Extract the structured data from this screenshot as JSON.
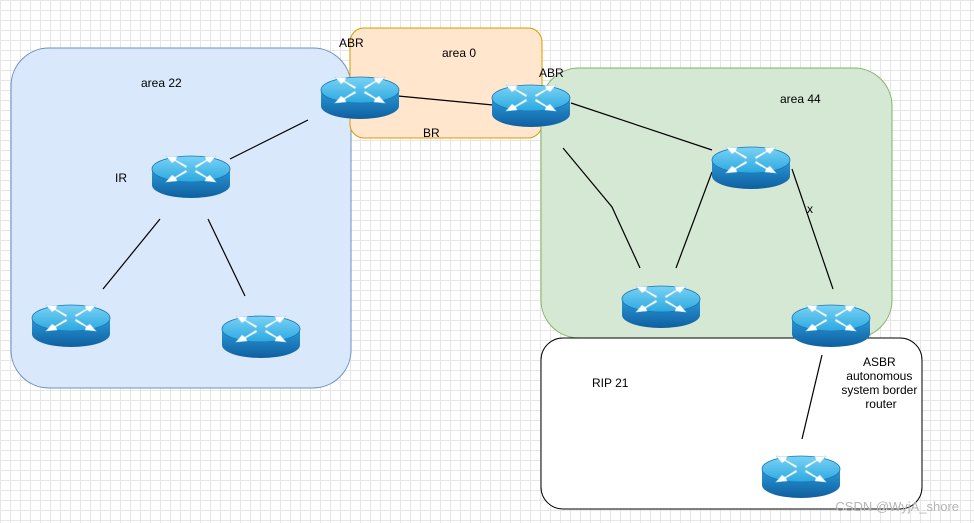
{
  "areas": {
    "area22": {
      "label": "area 22",
      "fill": "#dae8fc",
      "stroke": "#6c8ebf"
    },
    "area0": {
      "label": "area 0",
      "fill": "#ffe6cc",
      "stroke": "#d79b00"
    },
    "area44": {
      "label": "area 44",
      "fill": "#d5e8d4",
      "stroke": "#82b366"
    },
    "rip": {
      "label": "RIP 21",
      "fill": "#ffffff",
      "stroke": "#000000"
    }
  },
  "labels": {
    "abr_left": "ABR",
    "abr_right": "ABR",
    "br": "BR",
    "ir": "IR",
    "link_x": "x",
    "asbr": [
      "ASBR",
      "autonomous",
      "system border",
      "router"
    ]
  },
  "watermark": "CSDN @WyjA_shore",
  "colors": {
    "router_top": "#3fb9e8",
    "router_side": "#1e7fc4",
    "link": "#000000"
  }
}
